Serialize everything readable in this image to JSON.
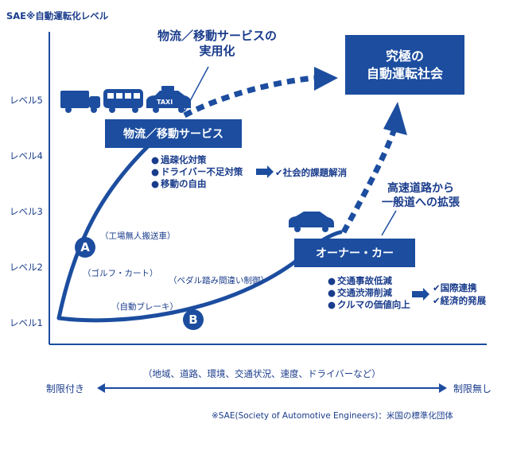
{
  "yaxis_title": "SAE※自動運転化レベル",
  "levels": [
    "レベル5",
    "レベル4",
    "レベル3",
    "レベル2",
    "レベル1"
  ],
  "top_label": "物流／移動サービスの\n実用化",
  "goal_box": "究極の\n自動運転社会",
  "logistics_box": "物流／移動サービス",
  "logistics_bullets": [
    "過疎化対策",
    "ドライバー不足対策",
    "移動の自由"
  ],
  "logistics_result": "✔社会的課題解消",
  "highway_label": "高速道路から\n一般道への拡張",
  "owner_box": "オーナー・カー",
  "owner_bullets": [
    "交通事故低減",
    "交通渋滞削減",
    "クルマの価値向上"
  ],
  "owner_results": [
    "✔国際連携",
    "✔経済的発展"
  ],
  "route_a": "A",
  "route_b": "B",
  "annotations": [
    "（工場無人搬送車）",
    "（ゴルフ・カート）",
    "（ペダル踏み間違い制御）",
    "（自動ブレーキ）"
  ],
  "taxi_label": "TAXI",
  "condition_text": "（地域、道路、環境、交通状況、速度、ドライバーなど）",
  "left_end": "制限付き",
  "right_end": "制限無し",
  "footnote": "※SAE(Society of Automotive Engineers)：米国の標準化団体",
  "colors": {
    "primary": "#1c4d9f",
    "text": "#1a3c8c"
  }
}
